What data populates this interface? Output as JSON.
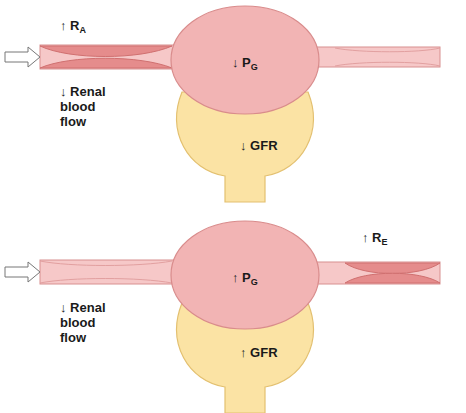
{
  "diagram": {
    "nodes": [
      {
        "text": [
          "↓ PG"
        ]
      },
      {
        "text": [
          "↓ GFR"
        ]
      },
      {
        "text": [
          "↑ PG"
        ]
      },
      {
        "text": [
          "↑ GFR"
        ]
      }
    ],
    "labels": [
      "↑ RA",
      "↓ Renal blood flow",
      "↑ RE",
      "↓ Renal blood flow"
    ]
  }
}
